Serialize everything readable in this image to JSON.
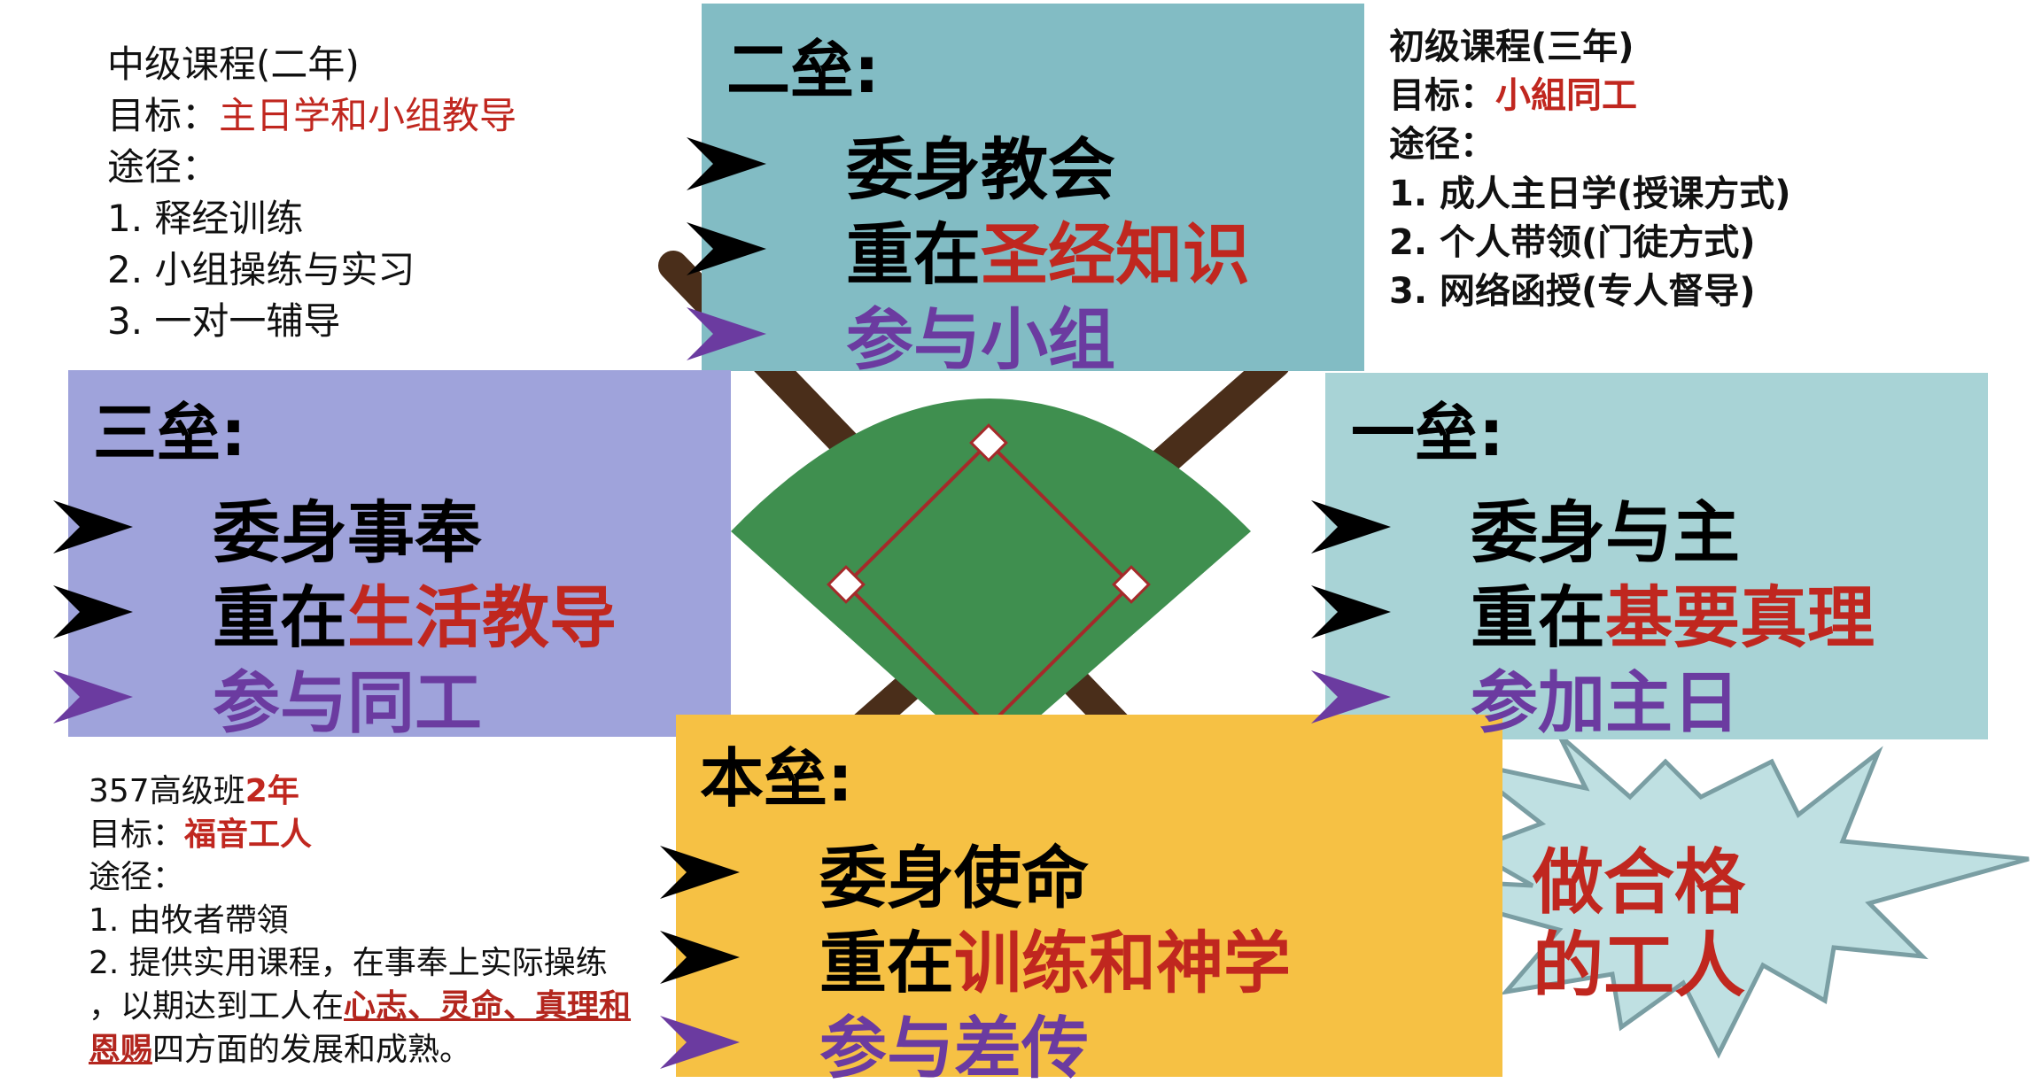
{
  "intermediate": {
    "title": "中级课程(二年)",
    "goal_label": "目标：",
    "goal": "主日学和小组教导",
    "path_label": "途径：",
    "items": [
      "1.  释经训练",
      "2. 小组操练与实习",
      "3. 一对一辅导"
    ]
  },
  "beginner": {
    "title": "初级课程(三年)",
    "goal_label": "目标：",
    "goal": "小組同工",
    "path_label": "途径：",
    "items": [
      "1. 成人主日学(授课方式)",
      "2. 个人带领(门徒方式)",
      "3. 网络函授(专人督导)"
    ]
  },
  "advanced": {
    "title_a": "357高级班",
    "title_b": "2年",
    "goal_label": "目标：",
    "goal": "福音工人",
    "path_label": "途径：",
    "item1": "1. 由牧者帶領",
    "item2": "2. 提供实用课程，在事奉上实际操练",
    "item3_a": "，以期达到工人在",
    "item3_b": "心志、灵命、真理和",
    "item3_c": "恩赐",
    "item3_d": "四方面的发展和成熟。"
  },
  "second_base": {
    "title": "二垒:",
    "line1": "委身教会",
    "line2_a": "重在",
    "line2_b": "圣经知识",
    "line3": "参与小组",
    "color": "#82bcc4"
  },
  "third_base": {
    "title": "三垒:",
    "line1": "委身事奉",
    "line2_a": "重在",
    "line2_b": "生活教导",
    "line3": "参与同工",
    "color": "#9fa3db"
  },
  "first_base": {
    "title": "一垒:",
    "line1": "委身与主",
    "line2_a": "重在",
    "line2_b": "基要真理",
    "line3": "参加主日",
    "color": "#a8d3d6"
  },
  "home_base": {
    "title": "本垒:",
    "line1": "委身使命",
    "line2_a": "重在",
    "line2_b": "训练和神学",
    "line3": "参与差传",
    "color": "#f6c144"
  },
  "burst": {
    "line1": "做合格",
    "line2": "的工人"
  }
}
